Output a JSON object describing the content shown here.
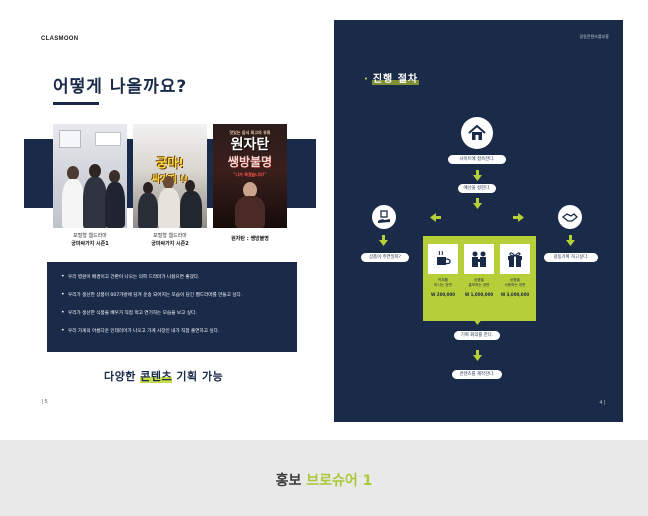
{
  "left_page": {
    "brand": "CLASMOON",
    "title": "어떻게 나올까요?",
    "posters": [
      {
        "caption_line1": "포털형 웹드라마",
        "caption_line2": "궁마싸가지 시즌1"
      },
      {
        "title": "궁마!",
        "title2": "싸가지 !!",
        "caption_line1": "포털형 웹드라마",
        "caption_line2": "궁마싸가지 시즌2"
      },
      {
        "top_text": "맛있는 음식 최고의 유튜",
        "title": "원자탄",
        "subtitle": "쌩방불명",
        "quote": "\"나가 죽겠슴니다!\"",
        "caption_line1": "원자탄 : 쌩방불명"
      }
    ],
    "bullets": [
      "우리 병원이 배경이고 간판이 나오는 의학 드라마가 나왔으면 좋겠다.",
      "우리가 생산한 상품이 007가방에 담겨 운송 되어지는 모습이 담긴 웹드라마를 만들고 싶다.",
      "우리가 생산한 식품을 배우가 직접 먹고 연기하는 모습을 보고 싶다.",
      "우리 가게의 아름다운 인테리어가 나오고 가게 사장인 내가 직접 출연하고 싶다."
    ],
    "bottom_title_pre": "다양한 ",
    "bottom_title_accent": "콘텐츠",
    "bottom_title_post": " 기획 가능",
    "page_number": "| 5"
  },
  "right_page": {
    "header": "광동콘텐츠를부흥",
    "title_dot": "·",
    "title": "진행 절차",
    "steps": {
      "visit": "사이트에 접속한다.",
      "budget": "예산을 정한다.",
      "left": "상품이 주연일까?",
      "right": "광동기획 하고싶다.",
      "plan": "기획 회의를 한다.",
      "produce": "콘텐츠를 제작한다."
    },
    "options": [
      {
        "line1": "커피를",
        "line2": "마시는 장면",
        "price": "W 200,000"
      },
      {
        "line1": "상품을",
        "line2": "홍보하는 장면",
        "price": "W 1,000,000"
      },
      {
        "line1": "상품을",
        "line2": "사용하는 장면",
        "price": "W 3,000,000"
      }
    ],
    "page_number": "4 |"
  },
  "footer": {
    "title_pre": "홍보 ",
    "title_highlight": "브로슈어 1"
  },
  "colors": {
    "navy": "#1a2b4a",
    "lime": "#b6ce38",
    "footer_bg": "#e9e9e9"
  },
  "icons": [
    "house-icon",
    "hand-gift-icon",
    "handshake-icon",
    "coffee-icon",
    "people-icon",
    "gift-icon",
    "arrow-down-icon",
    "arrow-left-icon",
    "arrow-right-icon"
  ]
}
